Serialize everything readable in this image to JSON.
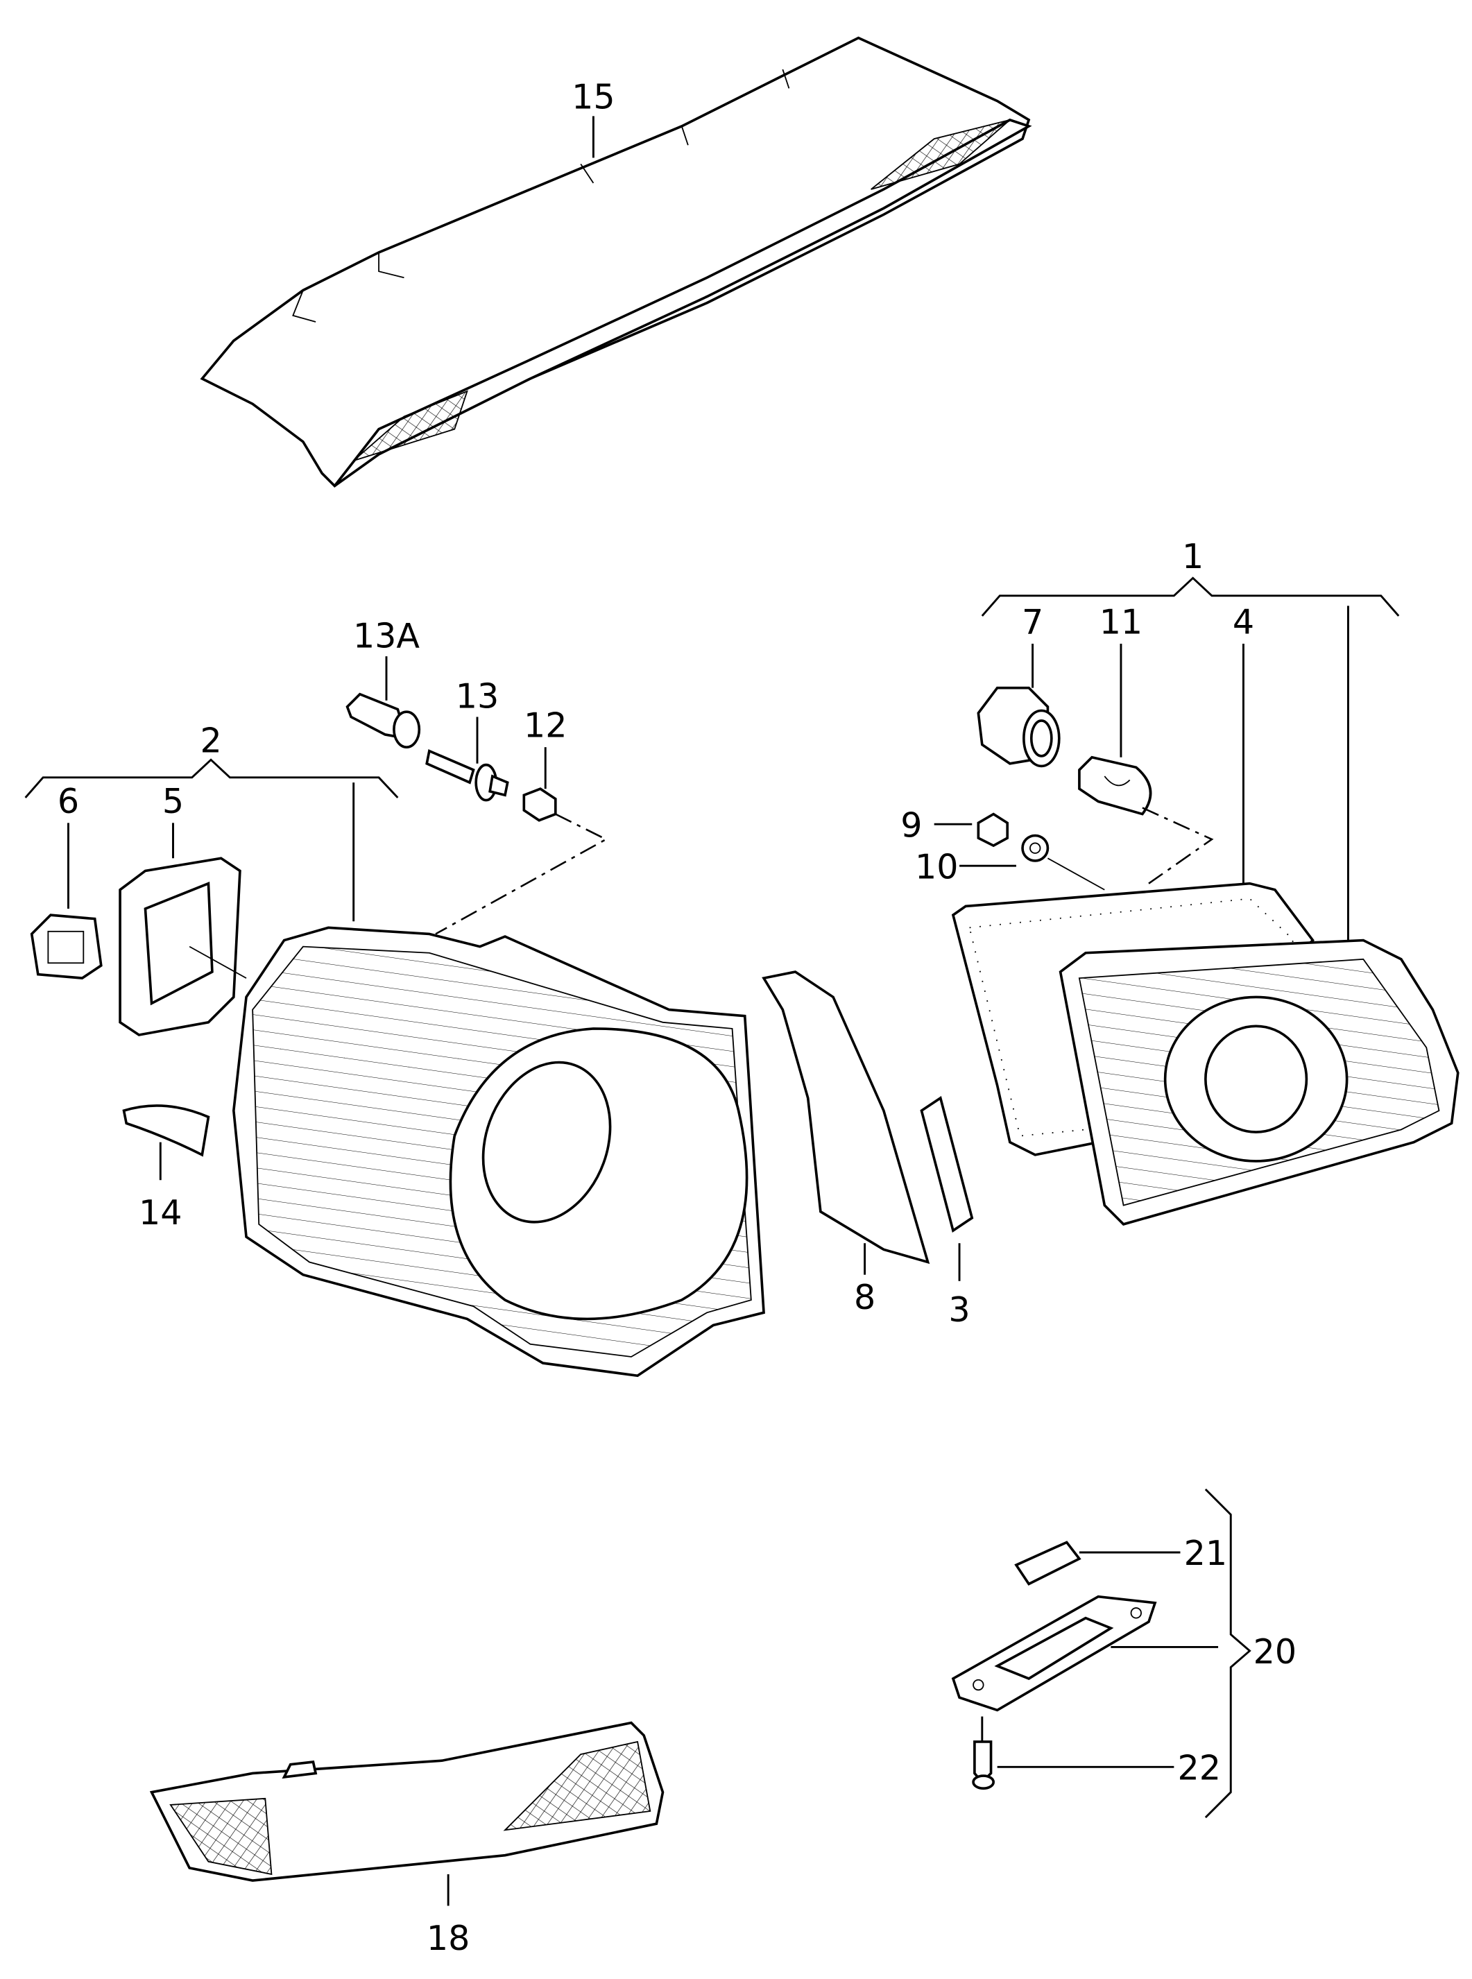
{
  "diagram": {
    "type": "exploded parts diagram",
    "callouts": {
      "p15": "15",
      "p1": "1",
      "p7": "7",
      "p11": "11",
      "p4": "4",
      "p13a": "13A",
      "p13": "13",
      "p12": "12",
      "p2": "2",
      "p6": "6",
      "p5": "5",
      "p9": "9",
      "p10": "10",
      "p14": "14",
      "p8": "8",
      "p3": "3",
      "p21": "21",
      "p20": "20",
      "p22": "22",
      "p18": "18"
    }
  }
}
